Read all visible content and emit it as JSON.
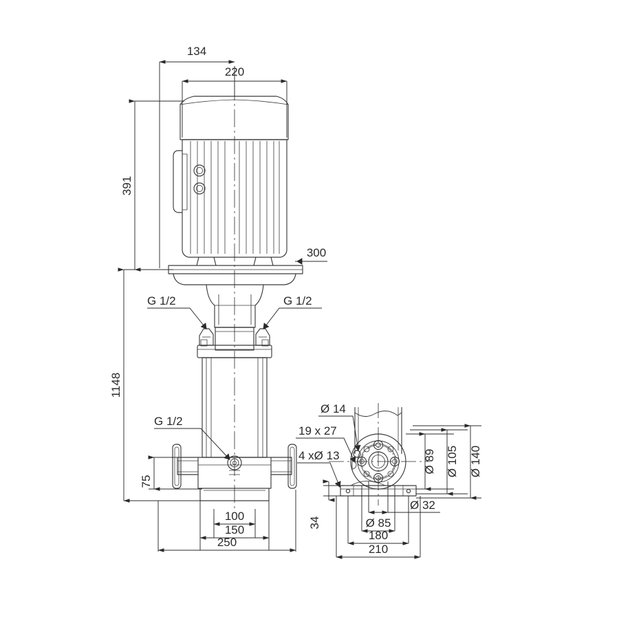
{
  "drawing": {
    "type": "engineering-dimension-drawing",
    "subject": "vertical multistage centrifugal pump",
    "views": [
      "front elevation",
      "bottom-right section / flange face view"
    ],
    "units": "mm",
    "line_color": "#3a3a3a",
    "dim_color": "#2a2a2a",
    "background": "#ffffff"
  },
  "front_view": {
    "dimensions": {
      "motor_offset_134": "134",
      "motor_width_220": "220",
      "motor_height_391": "391",
      "total_height_1148": "1148",
      "stool_width_300": "300",
      "port_height_75": "75",
      "port_center_100": "100",
      "flange_span_150": "150",
      "base_width_250": "250"
    },
    "labels": {
      "vent_top_left": "G 1/2",
      "vent_top_right": "G 1/2",
      "drain_lower_left": "G 1/2"
    }
  },
  "section_view": {
    "labels": {
      "hole_dia_14": "Ø 14",
      "slot_19x27": "19 x 27",
      "four_holes_13": "4 xØ 13"
    },
    "dimensions": {
      "base_height_34": "34",
      "bore_32": "Ø 32",
      "bolt_circle_85": "Ø 85",
      "flange_89": "Ø 89",
      "flange_105": "Ø 105",
      "flange_140": "Ø 140",
      "base_inner_180": "180",
      "base_outer_210": "210"
    }
  }
}
